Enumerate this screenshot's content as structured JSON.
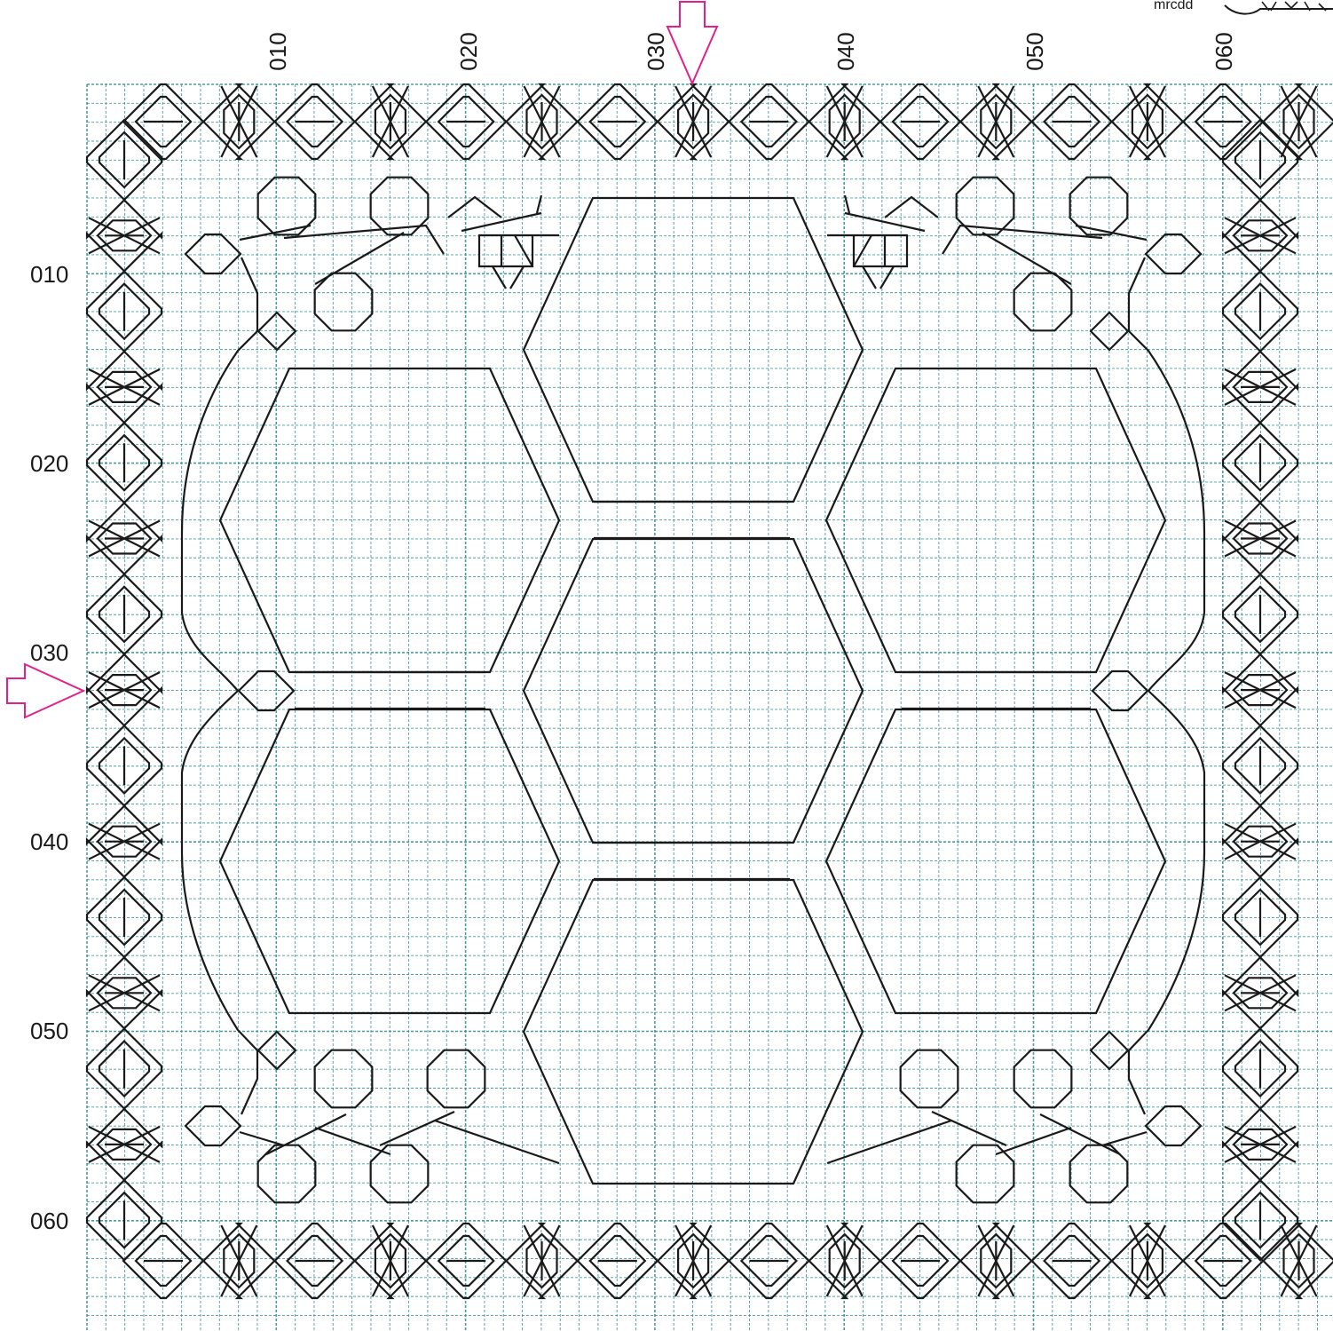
{
  "pattern": {
    "corner_label": "mrcdd",
    "colors": {
      "grid": "#2e8b8b",
      "stitch": "#1a1a1a",
      "marker": "#e0218a",
      "background": "#ffffff"
    },
    "column_labels": [
      "010",
      "020",
      "030",
      "040",
      "050",
      "060"
    ],
    "row_labels": [
      "010",
      "020",
      "030",
      "040",
      "050",
      "060"
    ],
    "center_markers": {
      "column": "030",
      "row": "030"
    },
    "motifs": {
      "border": "hexagon-chain",
      "center": "honeycomb-7-hexagons",
      "corners": "bees-and-swirls"
    }
  }
}
